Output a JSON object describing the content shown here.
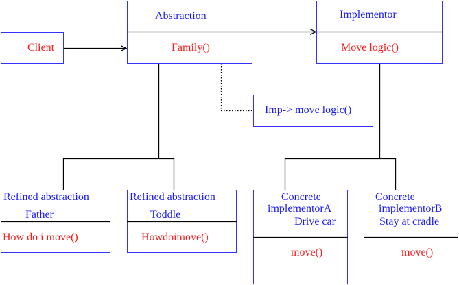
{
  "colors": {
    "box_border": "#3333ff",
    "class_name": "#1a1aff",
    "method": "#ff1a1a",
    "line": "#000000"
  },
  "client": {
    "label": "Client"
  },
  "abstraction": {
    "name": "Abstraction",
    "method": "Family()"
  },
  "implementor": {
    "name": "Implementor",
    "method": "Move logic()"
  },
  "note": {
    "text": "Imp-> move logic()"
  },
  "refined_father": {
    "name": "Refined abstraction",
    "sub": "Father",
    "method": "How do i move()"
  },
  "refined_toddle": {
    "name": "Refined abstraction",
    "sub": "Toddle",
    "method": "Howdoimove()"
  },
  "concrete_a": {
    "line1": "Concrete",
    "line2": "implementorA",
    "line3": "Drive car",
    "method": "move()"
  },
  "concrete_b": {
    "line1": "Concrete",
    "line2": "implementorB",
    "line3": "Stay at cradle",
    "method": "move()"
  }
}
